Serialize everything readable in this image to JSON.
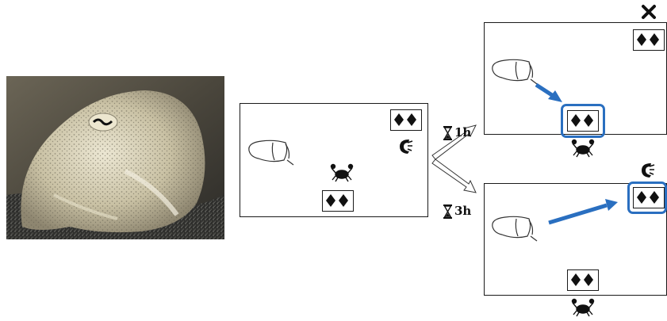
{
  "scene": {
    "photo": {
      "subject": "cuttlefish",
      "palette": [
        "#3a3a38",
        "#cbc4aa",
        "#7a735f",
        "#e9e4cf"
      ]
    },
    "icons": {
      "cuttlefish": "cuttlefish-outline-icon",
      "crab": "crab-icon",
      "shrimp": "shrimp-icon",
      "cue_card": "two-diamond-card-icon",
      "timer": "hourglass-icon",
      "fail": "x-mark-icon"
    },
    "delays": {
      "short": "1h",
      "long": "3h"
    },
    "colors": {
      "highlight": "#2a6fc0",
      "arrow": "#2a6fc0",
      "line": "#1a1a1a"
    }
  }
}
